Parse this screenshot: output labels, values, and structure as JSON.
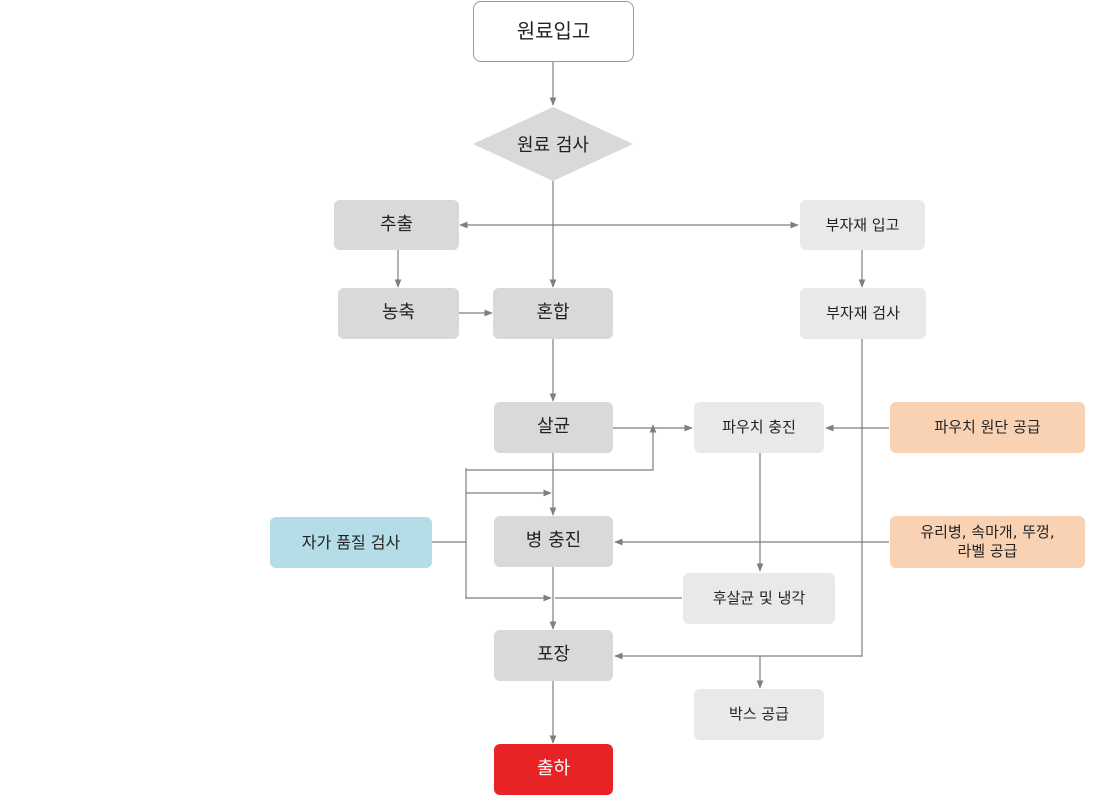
{
  "nodes": {
    "raw_receipt": "원료입고",
    "raw_inspection": "원료 검사",
    "extraction": "추출",
    "concentration": "농축",
    "mixing": "혼합",
    "sterilization": "살균",
    "bottle_filling": "병 충진",
    "packaging": "포장",
    "shipping": "출하",
    "sub_material_receipt": "부자재 입고",
    "sub_material_inspection": "부자재 검사",
    "pouch_filling": "파우치 충진",
    "post_sterilization_cooling": "후살균 및 냉각",
    "box_supply": "박스 공급",
    "pouch_fabric_supply": "파우치 원단 공급",
    "glass_bottle_supply_line1": "유리병, 속마개, 뚜껑,",
    "glass_bottle_supply_line2": "라벨 공급",
    "self_quality_inspection": "자가 품질 검사"
  },
  "colors": {
    "line": "#7f7f7f",
    "main_box": "#d9d9d9",
    "sub_box": "#e8e9eb",
    "supply_box": "#f9d2b4",
    "quality_box": "#b5dde7",
    "shipping_box": "#e82326"
  }
}
